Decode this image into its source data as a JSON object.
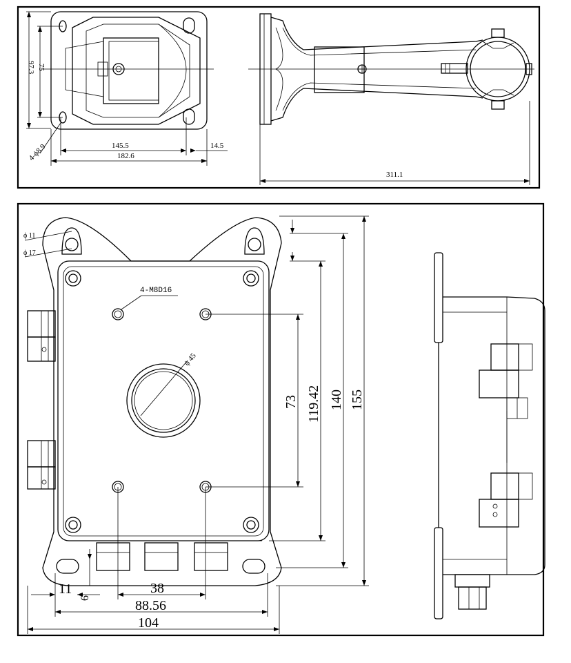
{
  "top_drawing": {
    "dims": {
      "height_outer": "97.3",
      "height_inner": "75",
      "hole": "4-ϕ8.9",
      "width_inner": "145.5",
      "width_outer": "182.6",
      "slot": "14.5",
      "length": "311.1"
    }
  },
  "bottom_drawing": {
    "dims": {
      "phi_11": "ϕ 11",
      "phi_17": "ϕ 17",
      "thread": "4-M8D16",
      "phi_45": "ϕ 45",
      "d73": "73",
      "d119": "119.42",
      "d140": "140",
      "d155": "155",
      "d11": "11",
      "d6": "6",
      "d38": "38",
      "d88": "88.56",
      "d104": "104"
    }
  }
}
